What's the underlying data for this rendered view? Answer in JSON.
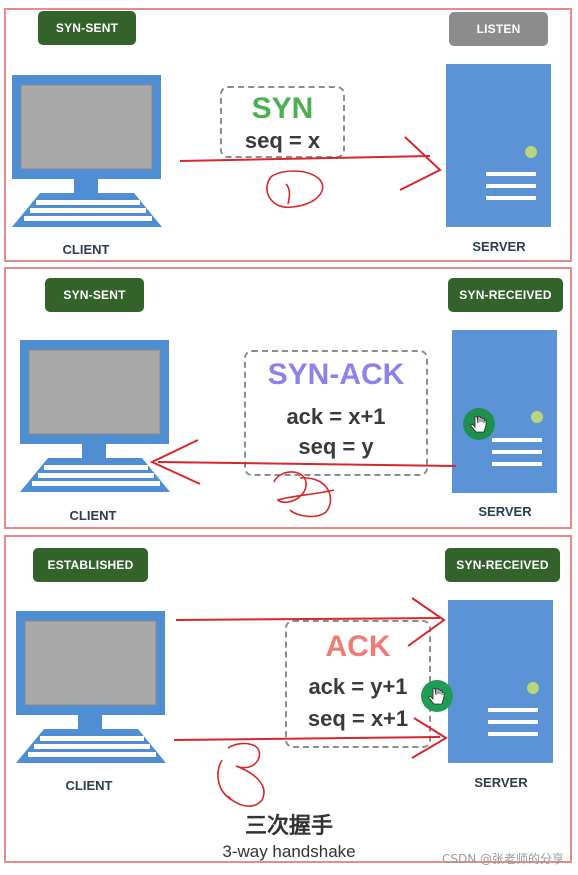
{
  "panels": [
    {
      "client_state": "SYN-SENT",
      "server_state": "LISTEN",
      "message": {
        "title": "SYN",
        "lines": [
          "seq = x"
        ]
      },
      "client_label": "CLIENT",
      "server_label": "SERVER",
      "annotation": "1"
    },
    {
      "client_state": "SYN-SENT",
      "server_state": "SYN-RECEIVED",
      "message": {
        "title": "SYN-ACK",
        "lines": [
          "ack = x+1",
          "seq = y"
        ]
      },
      "client_label": "CLIENT",
      "server_label": "SERVER",
      "annotation": "2"
    },
    {
      "client_state": "ESTABLISHED",
      "server_state": "SYN-RECEIVED",
      "message": {
        "title": "ACK",
        "lines": [
          "ack = y+1",
          "seq = x+1"
        ]
      },
      "client_label": "CLIENT",
      "server_label": "SERVER",
      "annotation": "3"
    }
  ],
  "footer": {
    "title_cn": "三次握手",
    "subtitle": "3-way handshake"
  },
  "watermark": "CSDN @张老师的分享",
  "colors": {
    "green_badge": "#33632a",
    "gray_badge": "#8c8c8c",
    "syn": "#4caf50",
    "synack": "#8b82ee",
    "ack": "#ef7b75",
    "annotation_red": "#d9262b",
    "server_blue": "#5b93d6",
    "monitor_blue": "#4f8ed2"
  }
}
